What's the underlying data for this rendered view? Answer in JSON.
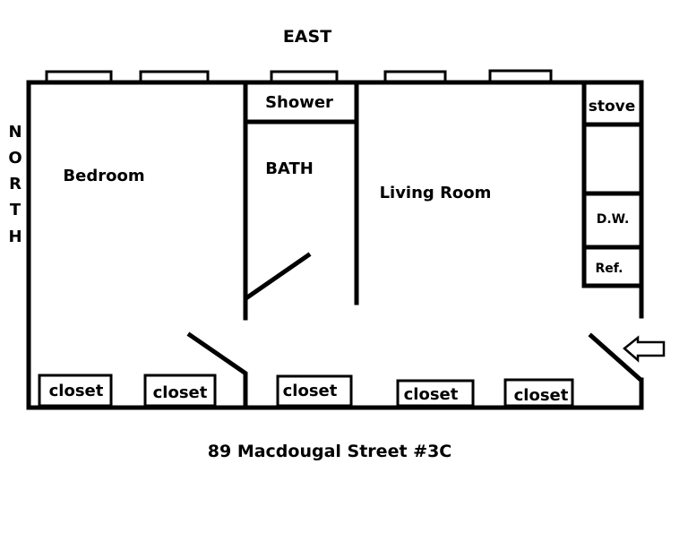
{
  "compass": {
    "top": "EAST",
    "left": [
      "N",
      "O",
      "R",
      "T",
      "H"
    ]
  },
  "rooms": {
    "bedroom": "Bedroom",
    "bath": "BATH",
    "shower": "Shower",
    "living_room": "Living Room"
  },
  "kitchen": {
    "stove": "stove",
    "dishwasher": "D.W.",
    "refrigerator": "Ref."
  },
  "closets": [
    "closet",
    "closet",
    "closet",
    "closet",
    "closet"
  ],
  "address": "89 Macdougal Street #3C"
}
